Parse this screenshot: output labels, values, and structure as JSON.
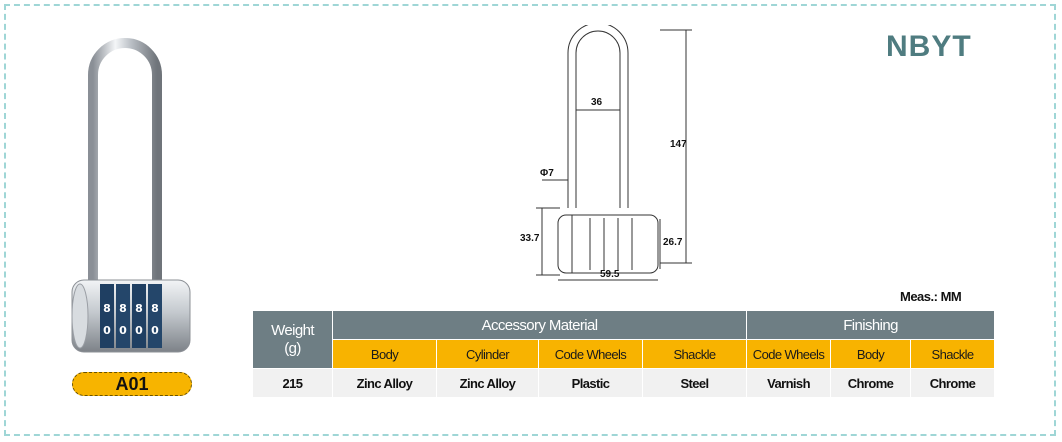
{
  "brand": "NBYT",
  "model": "A01",
  "units_label": "Meas.: MM",
  "dimensions": {
    "shackle_inner_width": "36",
    "shackle_height": "147",
    "shackle_diameter": "Φ7",
    "body_height_left": "33.7",
    "body_height_right": "26.7",
    "body_width": "59.5"
  },
  "table": {
    "weight_header": [
      "Weight",
      "(g)"
    ],
    "group_accessory": "Accessory Material",
    "group_finishing": "Finishing",
    "subheaders": [
      "Body",
      "Cylinder",
      "Code Wheels",
      "Shackle",
      "Code Wheels",
      "Body",
      "Shackle"
    ],
    "values": [
      "215",
      "Zinc Alloy",
      "Zinc Alloy",
      "Plastic",
      "Steel",
      "Varnish",
      "Chrome",
      "Chrome"
    ]
  },
  "colors": {
    "brand": "#4f7c80",
    "header_grey": "#6e7e84",
    "header_orange": "#f8b300",
    "frame_dashed": "#9fd6d6"
  },
  "icons": {
    "product_photo": "combination-padlock-illustration",
    "tech_drawing": "padlock-dimension-drawing"
  }
}
